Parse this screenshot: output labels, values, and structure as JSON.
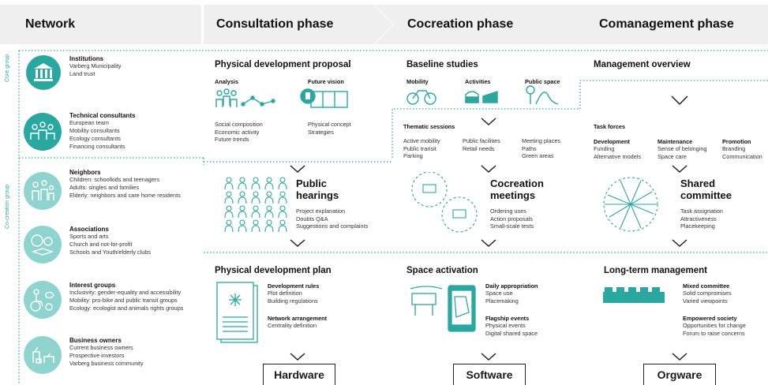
{
  "headers": {
    "network": "Network",
    "consultation": "Consultation phase",
    "cocreation": "Cocreation phase",
    "comanagement": "Comanagement phase"
  },
  "side_labels": {
    "core": "Core group",
    "cocreation": "Co-creation group"
  },
  "network": {
    "institutions": {
      "title": "Institutions",
      "lines": [
        "Varberg Municipality",
        "Land trust"
      ]
    },
    "technical": {
      "title": "Technical consultants",
      "lines": [
        "European team",
        "Mobility consultants",
        "Ecology consultants",
        "Financing consultants"
      ]
    },
    "neighbors": {
      "title": "Neighbors",
      "lines": [
        "Children: schoolkids and teenagers",
        "Adults: singles and families",
        "Elderly: neighbors and care home residents"
      ]
    },
    "associations": {
      "title": "Associations",
      "lines": [
        "Sports and arts",
        "Church and not-for-profit",
        "Schools and Youth/elderly clubs"
      ]
    },
    "interest": {
      "title": "Interest groups",
      "lines": [
        "Inclusivity: gender-equality and accessibility",
        "Mobility: pro-bike and public transit groups",
        "Ecology: ecologist and animals rights groups"
      ]
    },
    "business": {
      "title": "Business owners",
      "lines": [
        "Current business owners",
        "Prospective investors",
        "Varberg business community"
      ]
    }
  },
  "consultation": {
    "proposal_title": "Physical development proposal",
    "analysis": {
      "title": "Analysis",
      "lines": [
        "Social composition",
        "Economic activity",
        "Future trends"
      ]
    },
    "vision": {
      "title": "Future vision",
      "lines": [
        "Physical concept",
        "Strategies"
      ]
    },
    "hearings": {
      "title1": "Public",
      "title2": "hearings",
      "lines": [
        "Project explanation",
        "Doubts Q&A",
        "Suggestions and complaints"
      ]
    },
    "plan_title": "Physical development plan",
    "rules": {
      "title": "Development rules",
      "lines": [
        "Plot definition",
        "Building regulations"
      ]
    },
    "network_arr": {
      "title": "Network arrangement",
      "lines": [
        "Centrality definition"
      ]
    },
    "box": "Hardware"
  },
  "cocreation": {
    "baseline_title": "Baseline studies",
    "mobility": "Mobility",
    "activities": "Activities",
    "public_space": "Public space",
    "thematic_title": "Thematic sessions",
    "thematic_cols": [
      [
        "Active mobility",
        "Public transit",
        "Parking"
      ],
      [
        "Public facilities",
        "Retail needs"
      ],
      [
        "Meeting places",
        "Paths",
        "Green areas"
      ]
    ],
    "meetings": {
      "title1": "Cocreation",
      "title2": "meetings",
      "lines": [
        "Ordering uses",
        "Action proposals",
        "Small-scale tests"
      ]
    },
    "activation_title": "Space activation",
    "daily": {
      "title": "Daily appropriation",
      "lines": [
        "Space use",
        "Placemaking"
      ]
    },
    "flagship": {
      "title": "Flagship events",
      "lines": [
        "Physical events",
        "Digital shared space"
      ]
    },
    "box": "Software"
  },
  "comanagement": {
    "overview_title": "Management overview",
    "task_forces": "Task forces",
    "development": {
      "title": "Development",
      "lines": [
        "Funding",
        "Alternative models"
      ]
    },
    "maintenance": {
      "title": "Maintenance",
      "lines": [
        "Sense of belonging",
        "Space care"
      ]
    },
    "promotion": {
      "title": "Promotion",
      "lines": [
        "Branding",
        "Communication"
      ]
    },
    "committee": {
      "title1": "Shared",
      "title2": "committee",
      "lines": [
        "Task assignation",
        "Attractiveness",
        "Placekeeping"
      ]
    },
    "longterm_title": "Long-term management",
    "mixed": {
      "title": "Mixed committee",
      "lines": [
        "Solid compromises",
        "Varied viewpoints"
      ]
    },
    "empowered": {
      "title": "Empowered society",
      "lines": [
        "Opportunities for change",
        "Forum to raise concerns"
      ]
    },
    "box": "Orgware"
  },
  "colors": {
    "teal": "#2aa8a0",
    "teal_light": "#8fd3ce",
    "header_bg": "#efefef"
  }
}
